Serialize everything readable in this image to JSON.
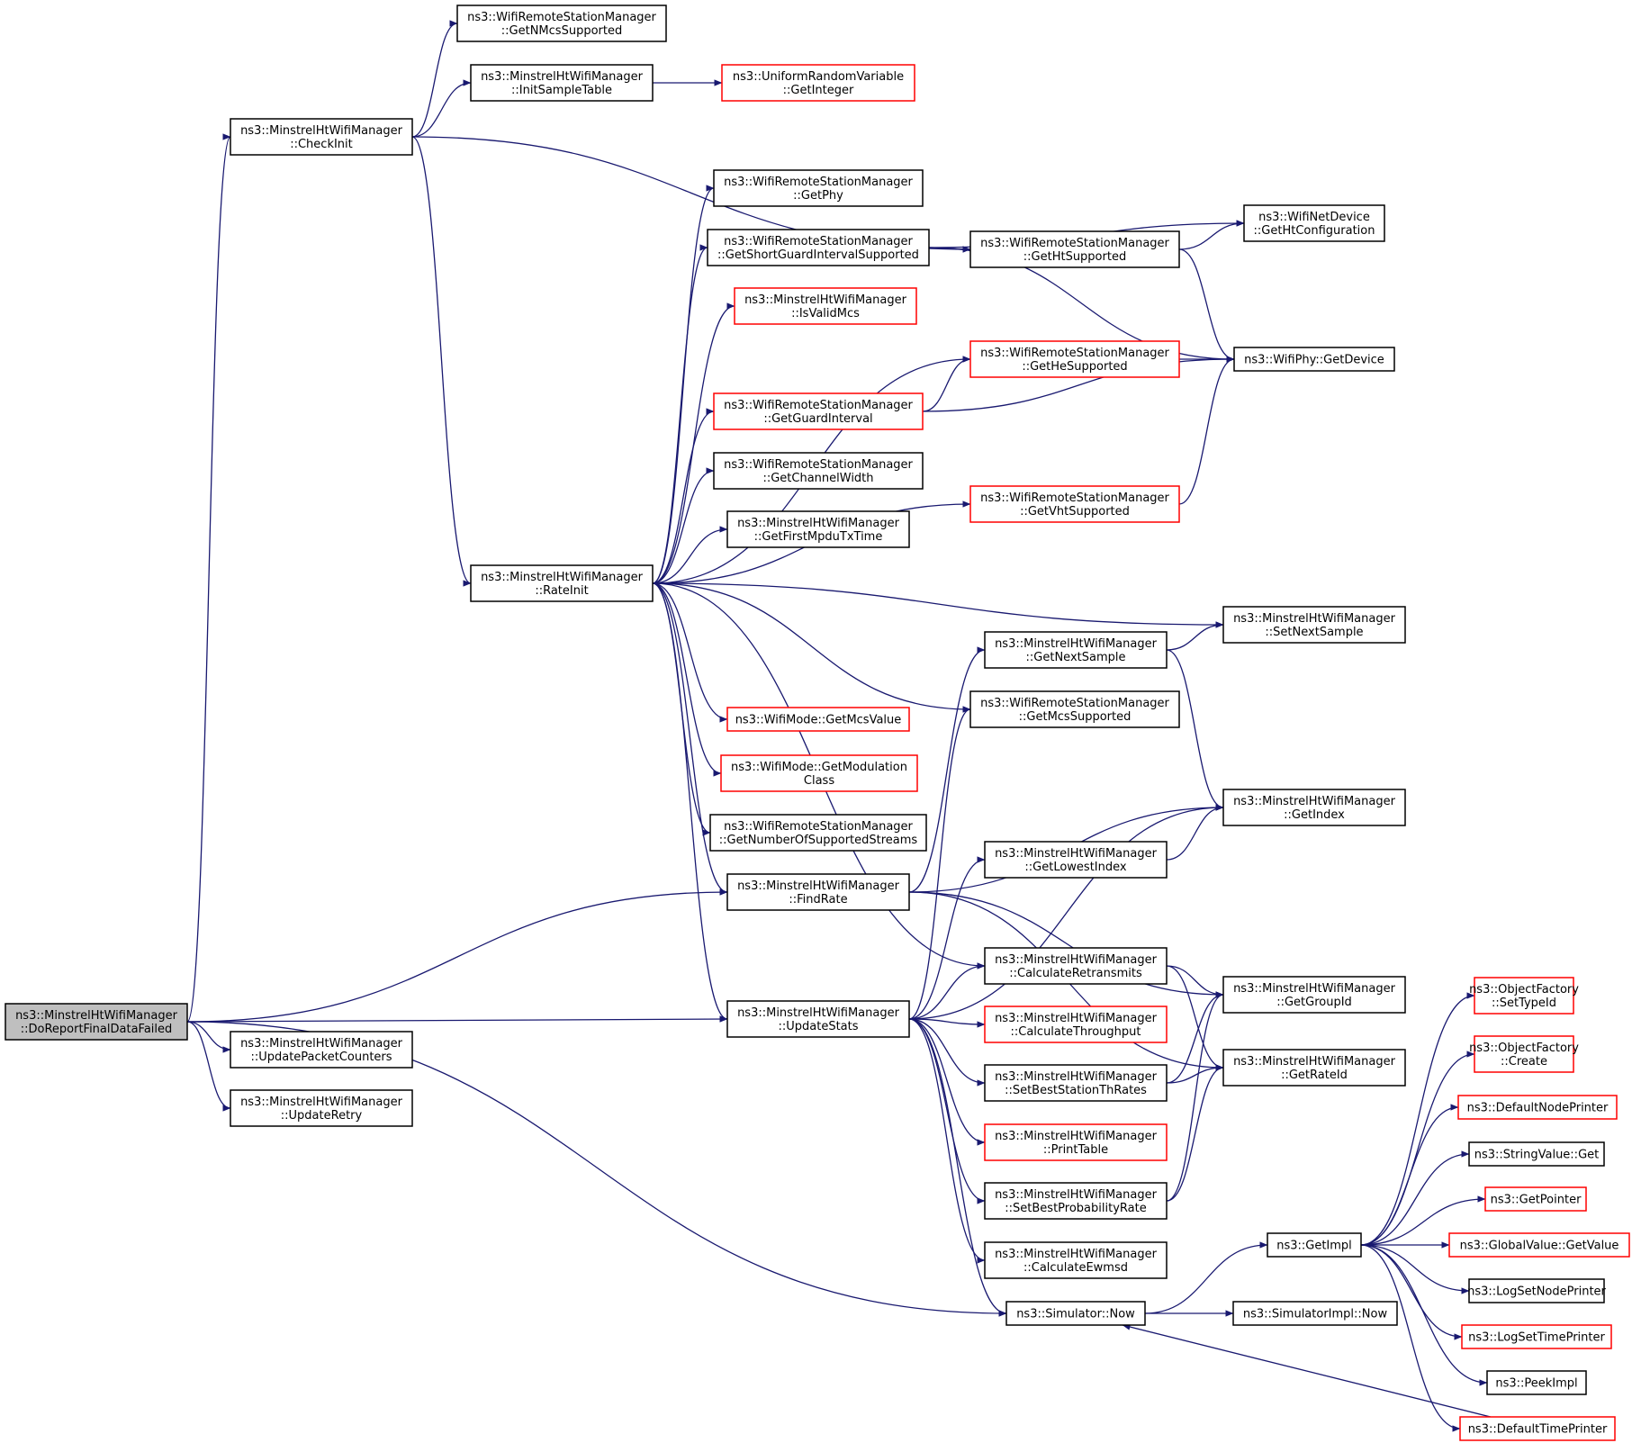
{
  "colors": {
    "edge": "#191970",
    "box_border": "#000000",
    "box_border_truncated": "#ff0000",
    "root_fill": "#bfbfbf",
    "box_fill": "#ffffff"
  },
  "nodes": [
    {
      "id": "root",
      "lines": [
        "ns3::MinstrelHtWifiManager",
        "::DoReportFinalDataFailed"
      ],
      "style": "root"
    },
    {
      "id": "checkInit",
      "lines": [
        "ns3::MinstrelHtWifiManager",
        "::CheckInit"
      ],
      "style": "normal"
    },
    {
      "id": "getNMcs",
      "lines": [
        "ns3::WifiRemoteStationManager",
        "::GetNMcsSupported"
      ],
      "style": "normal"
    },
    {
      "id": "initSample",
      "lines": [
        "ns3::MinstrelHtWifiManager",
        "::InitSampleTable"
      ],
      "style": "normal"
    },
    {
      "id": "getInteger",
      "lines": [
        "ns3::UniformRandomVariable",
        "::GetInteger"
      ],
      "style": "red"
    },
    {
      "id": "getPhy",
      "lines": [
        "ns3::WifiRemoteStationManager",
        "::GetPhy"
      ],
      "style": "normal"
    },
    {
      "id": "getSGI",
      "lines": [
        "ns3::WifiRemoteStationManager",
        "::GetShortGuardIntervalSupported"
      ],
      "style": "normal"
    },
    {
      "id": "getHtSup",
      "lines": [
        "ns3::WifiRemoteStationManager",
        "::GetHtSupported"
      ],
      "style": "normal"
    },
    {
      "id": "getHtConf",
      "lines": [
        "ns3::WifiNetDevice",
        "::GetHtConfiguration"
      ],
      "style": "normal"
    },
    {
      "id": "isValidMcs",
      "lines": [
        "ns3::MinstrelHtWifiManager",
        "::IsValidMcs"
      ],
      "style": "red"
    },
    {
      "id": "getHeSup",
      "lines": [
        "ns3::WifiRemoteStationManager",
        "::GetHeSupported"
      ],
      "style": "red"
    },
    {
      "id": "getDevice",
      "lines": [
        "ns3::WifiPhy::GetDevice"
      ],
      "style": "normal"
    },
    {
      "id": "getGI",
      "lines": [
        "ns3::WifiRemoteStationManager",
        "::GetGuardInterval"
      ],
      "style": "red"
    },
    {
      "id": "getChanW",
      "lines": [
        "ns3::WifiRemoteStationManager",
        "::GetChannelWidth"
      ],
      "style": "normal"
    },
    {
      "id": "getVhtSup",
      "lines": [
        "ns3::WifiRemoteStationManager",
        "::GetVhtSupported"
      ],
      "style": "red"
    },
    {
      "id": "getFirstMpdu",
      "lines": [
        "ns3::MinstrelHtWifiManager",
        "::GetFirstMpduTxTime"
      ],
      "style": "normal"
    },
    {
      "id": "rateInit",
      "lines": [
        "ns3::MinstrelHtWifiManager",
        "::RateInit"
      ],
      "style": "normal"
    },
    {
      "id": "setNextSample",
      "lines": [
        "ns3::MinstrelHtWifiManager",
        "::SetNextSample"
      ],
      "style": "normal"
    },
    {
      "id": "getNextSample",
      "lines": [
        "ns3::MinstrelHtWifiManager",
        "::GetNextSample"
      ],
      "style": "normal"
    },
    {
      "id": "getMcsSup",
      "lines": [
        "ns3::WifiRemoteStationManager",
        "::GetMcsSupported"
      ],
      "style": "normal"
    },
    {
      "id": "getMcsValue",
      "lines": [
        "ns3::WifiMode::GetMcsValue"
      ],
      "style": "red"
    },
    {
      "id": "getModClass",
      "lines": [
        "ns3::WifiMode::GetModulation",
        "Class"
      ],
      "style": "red"
    },
    {
      "id": "getIndex",
      "lines": [
        "ns3::MinstrelHtWifiManager",
        "::GetIndex"
      ],
      "style": "normal"
    },
    {
      "id": "getNumStreams",
      "lines": [
        "ns3::WifiRemoteStationManager",
        "::GetNumberOfSupportedStreams"
      ],
      "style": "normal"
    },
    {
      "id": "getLowestIndex",
      "lines": [
        "ns3::MinstrelHtWifiManager",
        "::GetLowestIndex"
      ],
      "style": "normal"
    },
    {
      "id": "findRate",
      "lines": [
        "ns3::MinstrelHtWifiManager",
        "::FindRate"
      ],
      "style": "normal"
    },
    {
      "id": "calcRetrans",
      "lines": [
        "ns3::MinstrelHtWifiManager",
        "::CalculateRetransmits"
      ],
      "style": "normal"
    },
    {
      "id": "getGroupId",
      "lines": [
        "ns3::MinstrelHtWifiManager",
        "::GetGroupId"
      ],
      "style": "normal"
    },
    {
      "id": "updateStats",
      "lines": [
        "ns3::MinstrelHtWifiManager",
        "::UpdateStats"
      ],
      "style": "normal"
    },
    {
      "id": "calcThroughput",
      "lines": [
        "ns3::MinstrelHtWifiManager",
        "::CalculateThroughput"
      ],
      "style": "red"
    },
    {
      "id": "getRateId",
      "lines": [
        "ns3::MinstrelHtWifiManager",
        "::GetRateId"
      ],
      "style": "normal"
    },
    {
      "id": "setBestStation",
      "lines": [
        "ns3::MinstrelHtWifiManager",
        "::SetBestStationThRates"
      ],
      "style": "normal"
    },
    {
      "id": "printTable",
      "lines": [
        "ns3::MinstrelHtWifiManager",
        "::PrintTable"
      ],
      "style": "red"
    },
    {
      "id": "setBestProb",
      "lines": [
        "ns3::MinstrelHtWifiManager",
        "::SetBestProbabilityRate"
      ],
      "style": "normal"
    },
    {
      "id": "calcEwmsd",
      "lines": [
        "ns3::MinstrelHtWifiManager",
        "::CalculateEwmsd"
      ],
      "style": "normal"
    },
    {
      "id": "updatePkt",
      "lines": [
        "ns3::MinstrelHtWifiManager",
        "::UpdatePacketCounters"
      ],
      "style": "normal"
    },
    {
      "id": "updateRetry",
      "lines": [
        "ns3::MinstrelHtWifiManager",
        "::UpdateRetry"
      ],
      "style": "normal"
    },
    {
      "id": "simNow",
      "lines": [
        "ns3::Simulator::Now"
      ],
      "style": "normal"
    },
    {
      "id": "simImplNow",
      "lines": [
        "ns3::SimulatorImpl::Now"
      ],
      "style": "normal"
    },
    {
      "id": "getImpl",
      "lines": [
        "ns3::GetImpl"
      ],
      "style": "normal"
    },
    {
      "id": "setTypeId",
      "lines": [
        "ns3::ObjectFactory",
        "::SetTypeId"
      ],
      "style": "red"
    },
    {
      "id": "create",
      "lines": [
        "ns3::ObjectFactory",
        "::Create"
      ],
      "style": "red"
    },
    {
      "id": "defNodePrinter",
      "lines": [
        "ns3::DefaultNodePrinter"
      ],
      "style": "red"
    },
    {
      "id": "strGet",
      "lines": [
        "ns3::StringValue::Get"
      ],
      "style": "normal"
    },
    {
      "id": "getPointer",
      "lines": [
        "ns3::GetPointer"
      ],
      "style": "red"
    },
    {
      "id": "globalGetValue",
      "lines": [
        "ns3::GlobalValue::GetValue"
      ],
      "style": "red"
    },
    {
      "id": "logSetNode",
      "lines": [
        "ns3::LogSetNodePrinter"
      ],
      "style": "normal"
    },
    {
      "id": "logSetTime",
      "lines": [
        "ns3::LogSetTimePrinter"
      ],
      "style": "red"
    },
    {
      "id": "peekImpl",
      "lines": [
        "ns3::PeekImpl"
      ],
      "style": "normal"
    },
    {
      "id": "defTimePrinter",
      "lines": [
        "ns3::DefaultTimePrinter"
      ],
      "style": "red"
    }
  ],
  "edges": [
    [
      "root",
      "checkInit"
    ],
    [
      "root",
      "findRate"
    ],
    [
      "root",
      "updateStats"
    ],
    [
      "root",
      "updatePkt"
    ],
    [
      "root",
      "updateRetry"
    ],
    [
      "root",
      "simNow"
    ],
    [
      "checkInit",
      "getNMcs"
    ],
    [
      "checkInit",
      "initSample"
    ],
    [
      "checkInit",
      "getHtSup"
    ],
    [
      "checkInit",
      "rateInit"
    ],
    [
      "initSample",
      "getInteger"
    ],
    [
      "rateInit",
      "getPhy"
    ],
    [
      "rateInit",
      "getSGI"
    ],
    [
      "rateInit",
      "isValidMcs"
    ],
    [
      "rateInit",
      "getHeSup"
    ],
    [
      "rateInit",
      "getGI"
    ],
    [
      "rateInit",
      "getChanW"
    ],
    [
      "rateInit",
      "getFirstMpdu"
    ],
    [
      "rateInit",
      "getVhtSup"
    ],
    [
      "rateInit",
      "setNextSample"
    ],
    [
      "rateInit",
      "getMcsSup"
    ],
    [
      "rateInit",
      "getMcsValue"
    ],
    [
      "rateInit",
      "getModClass"
    ],
    [
      "rateInit",
      "getNumStreams"
    ],
    [
      "rateInit",
      "findRate"
    ],
    [
      "rateInit",
      "calcRetrans"
    ],
    [
      "rateInit",
      "updateStats"
    ],
    [
      "getSGI",
      "getHtConf"
    ],
    [
      "getSGI",
      "getHtSup"
    ],
    [
      "getSGI",
      "getDevice"
    ],
    [
      "getHtSup",
      "getHtConf"
    ],
    [
      "getHtSup",
      "getDevice"
    ],
    [
      "getHeSup",
      "getDevice"
    ],
    [
      "getGI",
      "getHeSup"
    ],
    [
      "getGI",
      "getDevice"
    ],
    [
      "getVhtSup",
      "getDevice"
    ],
    [
      "getNextSample",
      "setNextSample"
    ],
    [
      "getNextSample",
      "getIndex"
    ],
    [
      "findRate",
      "getNextSample"
    ],
    [
      "findRate",
      "getIndex"
    ],
    [
      "findRate",
      "getGroupId"
    ],
    [
      "findRate",
      "getRateId"
    ],
    [
      "getLowestIndex",
      "getIndex"
    ],
    [
      "calcRetrans",
      "getGroupId"
    ],
    [
      "calcRetrans",
      "getRateId"
    ],
    [
      "updateStats",
      "getMcsSup"
    ],
    [
      "updateStats",
      "getIndex"
    ],
    [
      "updateStats",
      "getLowestIndex"
    ],
    [
      "updateStats",
      "calcRetrans"
    ],
    [
      "updateStats",
      "calcThroughput"
    ],
    [
      "updateStats",
      "setBestStation"
    ],
    [
      "updateStats",
      "printTable"
    ],
    [
      "updateStats",
      "setBestProb"
    ],
    [
      "updateStats",
      "calcEwmsd"
    ],
    [
      "updateStats",
      "simNow"
    ],
    [
      "setBestStation",
      "getGroupId"
    ],
    [
      "setBestStation",
      "getRateId"
    ],
    [
      "setBestProb",
      "getGroupId"
    ],
    [
      "setBestProb",
      "getRateId"
    ],
    [
      "simNow",
      "getImpl"
    ],
    [
      "simNow",
      "simImplNow"
    ],
    [
      "getImpl",
      "setTypeId"
    ],
    [
      "getImpl",
      "create"
    ],
    [
      "getImpl",
      "defNodePrinter"
    ],
    [
      "getImpl",
      "strGet"
    ],
    [
      "getImpl",
      "getPointer"
    ],
    [
      "getImpl",
      "globalGetValue"
    ],
    [
      "getImpl",
      "logSetNode"
    ],
    [
      "getImpl",
      "logSetTime"
    ],
    [
      "getImpl",
      "peekImpl"
    ],
    [
      "getImpl",
      "defTimePrinter"
    ],
    [
      "defTimePrinter",
      "simNow"
    ]
  ]
}
